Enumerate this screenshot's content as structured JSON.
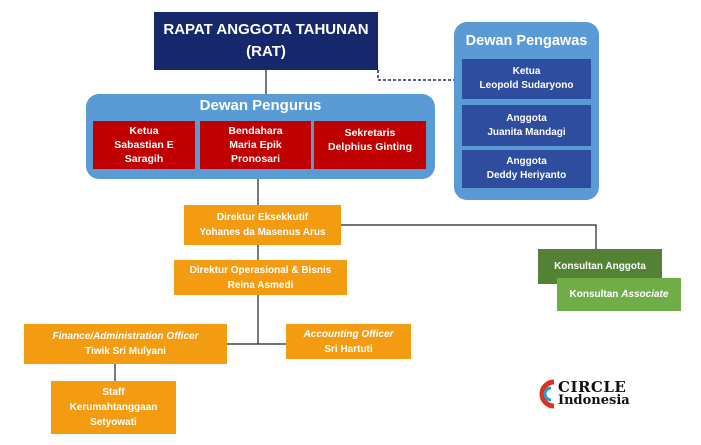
{
  "rat": {
    "line1": "RAPAT ANGGOTA TAHUNAN",
    "line2": "(RAT)"
  },
  "pengurus": {
    "title": "Dewan Pengurus",
    "members": [
      {
        "role": "Ketua",
        "name_line1": "Sabastian E",
        "name_line2": "Saragih"
      },
      {
        "role": "Bendahara",
        "name_line1": "Maria Epik",
        "name_line2": "Pronosari"
      },
      {
        "role": "Sekretaris",
        "name_line1": "Delphius Ginting",
        "name_line2": ""
      }
    ]
  },
  "pengawas": {
    "title": "Dewan Pengawas",
    "members": [
      {
        "role": "Ketua",
        "name": "Leopold Sudaryono"
      },
      {
        "role": "Anggota",
        "name": "Juanita Mandagi"
      },
      {
        "role": "Anggota",
        "name": "Deddy Heriyanto"
      }
    ]
  },
  "direktur_eksekutif": {
    "title": "Direktur Eksekkutif",
    "name": "Yohanes da Masenus Arus"
  },
  "direktur_operasional": {
    "title": "Direktur Operasional & Bisnis",
    "name": "Reina Asmedi"
  },
  "finance": {
    "title": "Finance/Administration Officer",
    "name": "Tiwik Sri Mulyani"
  },
  "accounting": {
    "title": "Accounting Officer",
    "name": "Sri Hartuti"
  },
  "staff": {
    "line1": "Staff",
    "line2": "Kerumahtanggaan",
    "line3": "Setyowati"
  },
  "konsultan_anggota": {
    "label": "Konsultan Anggota"
  },
  "konsultan_associate": {
    "prefix": "Konsultan ",
    "italic": "Associate"
  },
  "logo": {
    "line1": "CIRCLE",
    "line2": "Indonesia"
  },
  "colors": {
    "rat": "#17276b",
    "panel": "#5b9bd5",
    "pengurus_box": "#c00000",
    "pengawas_box": "#2e4d9e",
    "orange": "#f39c12",
    "konsultan_dark": "#548235",
    "konsultan_light": "#70ad47",
    "logo_red": "#e03020",
    "logo_blue": "#1f9ed8"
  }
}
